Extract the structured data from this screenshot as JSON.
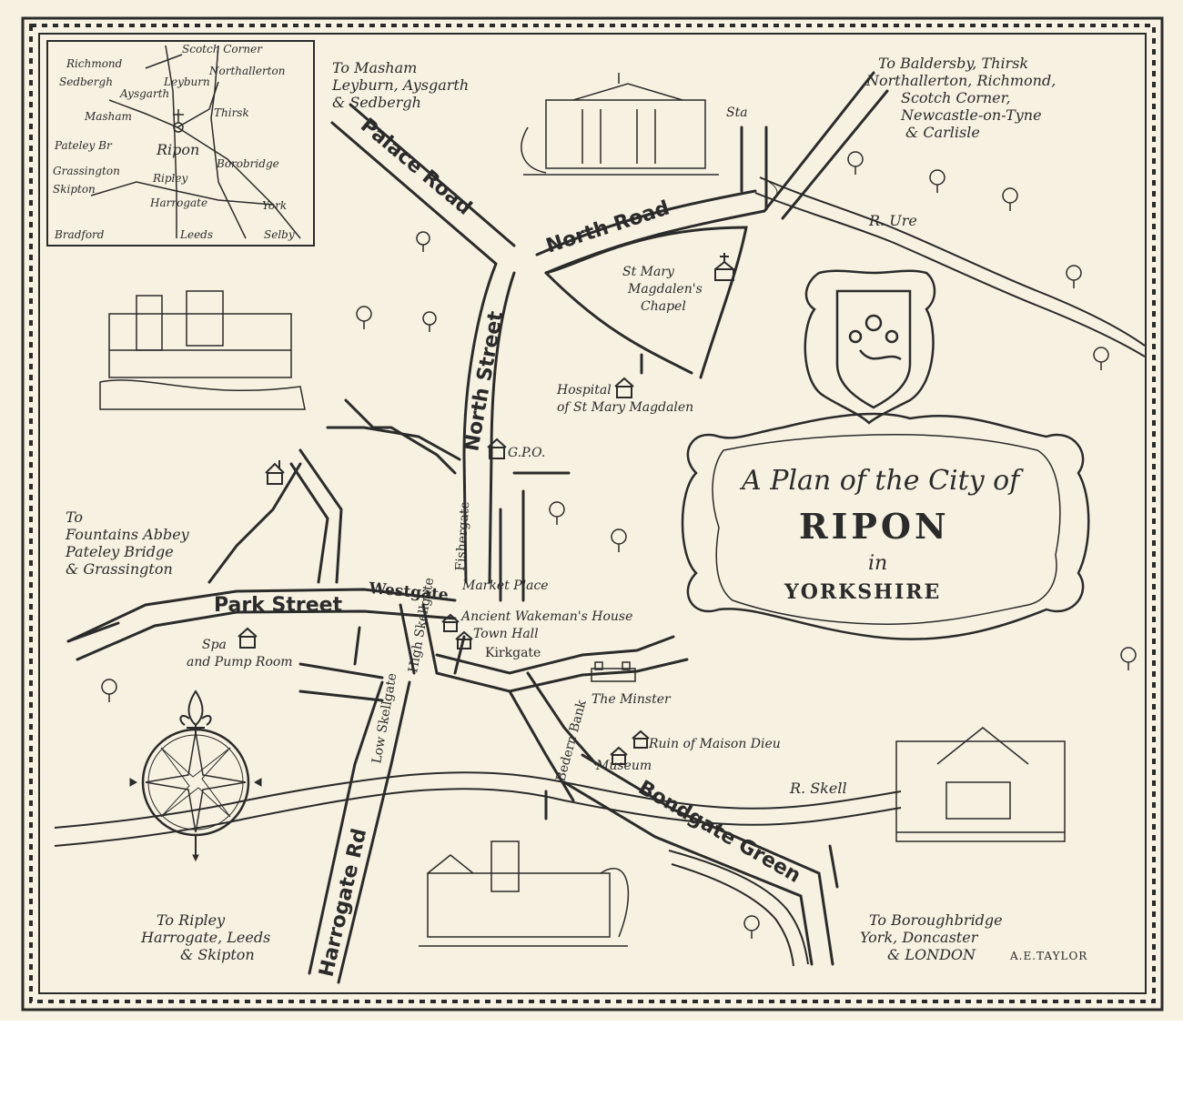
{
  "title": {
    "line1": "A Plan of the City of",
    "line2": "RIPON",
    "line3": "in",
    "line4": "YORKSHIRE"
  },
  "streets": {
    "palace_road": "Palace Road",
    "north_road": "North Road",
    "north_street": "North Street",
    "park_street": "Park Street",
    "westgate": "Westgate",
    "fishergate": "Fishergate",
    "high_skellgate": "High Skellgate",
    "low_skellgate": "Low Skellgate",
    "kirkgate": "Kirkgate",
    "bedern_bank": "Bedern Bank",
    "harrogate_rd": "Harrogate Rd",
    "bondgate_green": "Bondgate Green"
  },
  "places": {
    "st_mary_chapel": [
      "St Mary",
      "Magdalen's",
      "Chapel"
    ],
    "hospital": [
      "Hospital",
      "of St Mary Magdalen"
    ],
    "gpo": "G.P.O.",
    "market_place": "Market Place",
    "wakemans_house": "Ancient Wakeman's House",
    "town_hall": "Town Hall",
    "spa": [
      "Spa",
      "and Pump Room"
    ],
    "minster": "The Minster",
    "maison_dieu": "Ruin of Maison Dieu",
    "museum": "Museum",
    "sta": "Sta"
  },
  "rivers": {
    "ure": "R. Ure",
    "skell": "R. Skell"
  },
  "destinations": {
    "masham": [
      "To Masham",
      "Leyburn, Aysgarth",
      "& Sedbergh"
    ],
    "baldersby": [
      "To Baldersby, Thirsk",
      "Northallerton, Richmond,",
      "Scotch Corner,",
      "Newcastle-on-Tyne",
      "& Carlisle"
    ],
    "fountains": [
      "To",
      "Fountains Abbey",
      "Pateley Bridge",
      "& Grassington"
    ],
    "ripley": [
      "To Ripley",
      "Harrogate, Leeds",
      "& Skipton"
    ],
    "boroughbridge": [
      "To Boroughbridge",
      "York, Doncaster",
      "& LONDON"
    ]
  },
  "inset": {
    "towns": [
      "Scotch Corner",
      "Richmond",
      "Northallerton",
      "Sedbergh",
      "Leyburn",
      "Aysgarth",
      "Masham",
      "Thirsk",
      "Pateley Br",
      "Ripon",
      "Borobridge",
      "Grassington",
      "Ripley",
      "Skipton",
      "Harrogate",
      "York",
      "Bradford",
      "Leeds",
      "Selby"
    ]
  },
  "signature": "A.E.TAYLOR",
  "colors": {
    "paper": "#f6f1e1",
    "ink": "#2b2b2b"
  },
  "icons": [
    "compass-rose-icon",
    "fleur-de-lis-icon",
    "church-icon",
    "tree-icon",
    "coat-of-arms-icon"
  ]
}
